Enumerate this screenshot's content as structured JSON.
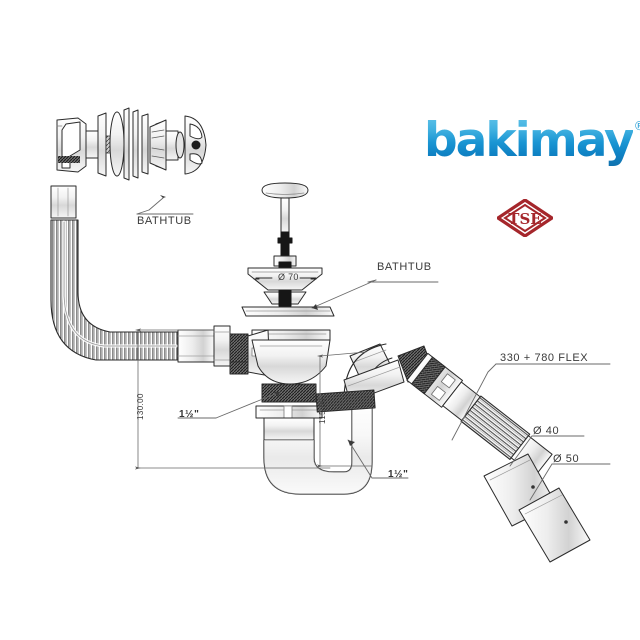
{
  "document": {
    "kind": "technical-line-drawing",
    "subject": "Bathtub waste and overflow kit with P-trap siphon and flexible outlet hose",
    "background_color": "#ffffff",
    "line_color": "#2b2b2b"
  },
  "brand": {
    "name": "bakimay",
    "registered_mark": "®",
    "color_light": "#5fc2e8",
    "color_mid": "#1b96d4",
    "color_dark": "#0f7ab4"
  },
  "certification": {
    "name": "TSE",
    "letters": "TSE",
    "shape": "diamond",
    "color": "#a5262b"
  },
  "labels": {
    "bathtub_overflow": "BATHTUB",
    "bathtub_drain": "BATHTUB",
    "flex_length": "330 + 780 FLEX"
  },
  "dimensions": {
    "strainer_diameter": "Ø 70",
    "overflow_height": "130.00",
    "trap_height": "115.00",
    "thread_overflow": "1½\"",
    "thread_trap": "1½\"",
    "outlet_small": "Ø 40",
    "outlet_large": "Ø 50"
  },
  "components": [
    {
      "id": "overflow-faceplate-assembly",
      "name": "Overflow face plate and cable assembly"
    },
    {
      "id": "overflow-cover-cap",
      "name": "Overflow chrome cover cap"
    },
    {
      "id": "corrugated-overflow-hose",
      "name": "Corrugated flexible overflow hose"
    },
    {
      "id": "pull-stopper",
      "name": "Pull-up drain stopper with stem"
    },
    {
      "id": "drain-strainer",
      "name": "Drain strainer basket Ø 70"
    },
    {
      "id": "drain-gasket",
      "name": "Flat sealing gasket"
    },
    {
      "id": "waste-body",
      "name": "Waste body with overflow tee"
    },
    {
      "id": "p-trap",
      "name": "P-trap siphon bend"
    },
    {
      "id": "flex-outlet-hose",
      "name": "Extendable flexible outlet hose 330 + 780"
    },
    {
      "id": "outlet-adapter",
      "name": "Outlet adapter Ø 40 / Ø 50"
    }
  ]
}
